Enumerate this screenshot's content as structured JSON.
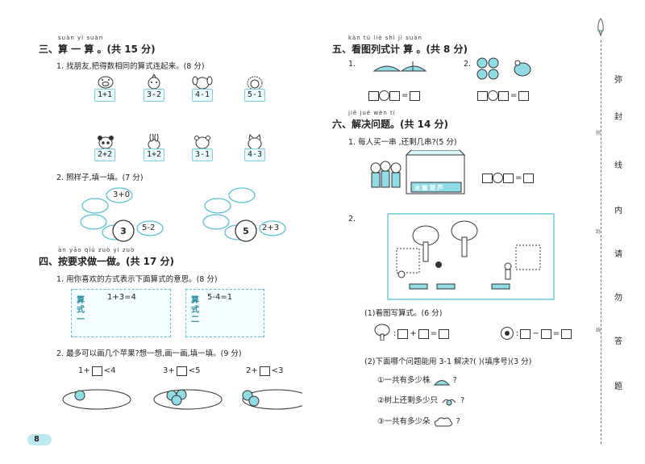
{
  "left": {
    "sec3": {
      "pinyin": "suàn yi suàn",
      "title": "三、算 一 算 。(共 15 分)"
    },
    "q31": "1. 找朋友,把得数相同的算式连起来。(8 分)",
    "row1": [
      "1+1",
      "3-2",
      "4-1",
      "5-1"
    ],
    "row2": [
      "2+2",
      "1+2",
      "3-1",
      "4-3"
    ],
    "q32": "2. 照样子,填一填。(7 分)",
    "flower1": {
      "top": "3+0",
      "center": "3",
      "side": "5-2"
    },
    "flower2": {
      "center": "5",
      "side": "2+3"
    },
    "sec4": {
      "pinyin": "àn yāo qiú zuò yi zuò",
      "title": "四、按要求做一做。(共 17 分)"
    },
    "q41": "1. 用你喜欢的方式表示下面算式的意思。(8 分)",
    "box1": {
      "label": "算式一",
      "eq": "1+3=4"
    },
    "box2": {
      "label": "算式二",
      "eq": "5-4=1"
    },
    "q42": "2. 最多可以画几个苹果?想一想,画一画,填一填。(9 分)",
    "ineq": [
      {
        "a": "1+",
        "b": "<4"
      },
      {
        "a": "3+",
        "b": "<5"
      },
      {
        "a": "2+",
        "b": "<3"
      }
    ],
    "page_no": "8"
  },
  "right": {
    "sec5": {
      "pinyin": "kàn tú liè shì jì suàn",
      "title": "五、看图列式计 算 。(共 8 分)"
    },
    "q51": "1.",
    "q52": "2.",
    "sec6": {
      "pinyin": "jiě jué wèn tí",
      "title": "六、解决问题。(共 14 分)"
    },
    "q61": "1. 每人买一串    ,还剩几串?(5 分)",
    "stall_text": "冰 糖 葫 芦",
    "q62": "2.",
    "sub1": "(1)看图写算式。(6 分)",
    "sub2": "(2)下面哪个问题能用 3-1 解决?(        )(填序号)(3 分)",
    "opt1": "①一共有多少株",
    "opt2": "②树上还剩多少只",
    "opt3": "③一共有多少朵",
    "qmark": "?"
  },
  "seal": {
    "chars": [
      "弥",
      "封",
      "线",
      "内",
      "请",
      "勿",
      "答",
      "题"
    ],
    "small1": "弥",
    "small2": "封",
    "small3": "线"
  },
  "colors": {
    "accent": "#56c2d4",
    "tag_bg": "#eafafd"
  }
}
